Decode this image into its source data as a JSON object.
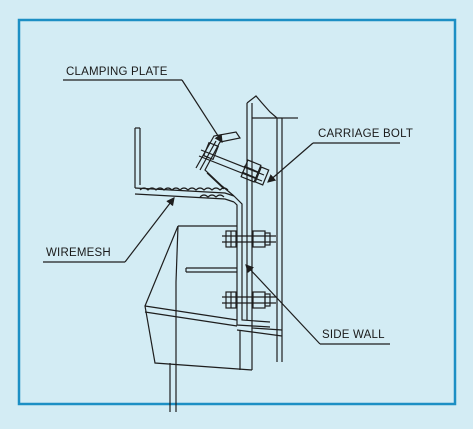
{
  "colors": {
    "background": "#d3ecf4",
    "border": "#1c8fc4",
    "line": "#1e1e1e"
  },
  "labels": {
    "clamping_plate": "CLAMPING PLATE",
    "carriage_bolt": "CARRIAGE BOLT",
    "wiremesh": "WIREMESH",
    "side_wall": "SIDE WALL"
  }
}
